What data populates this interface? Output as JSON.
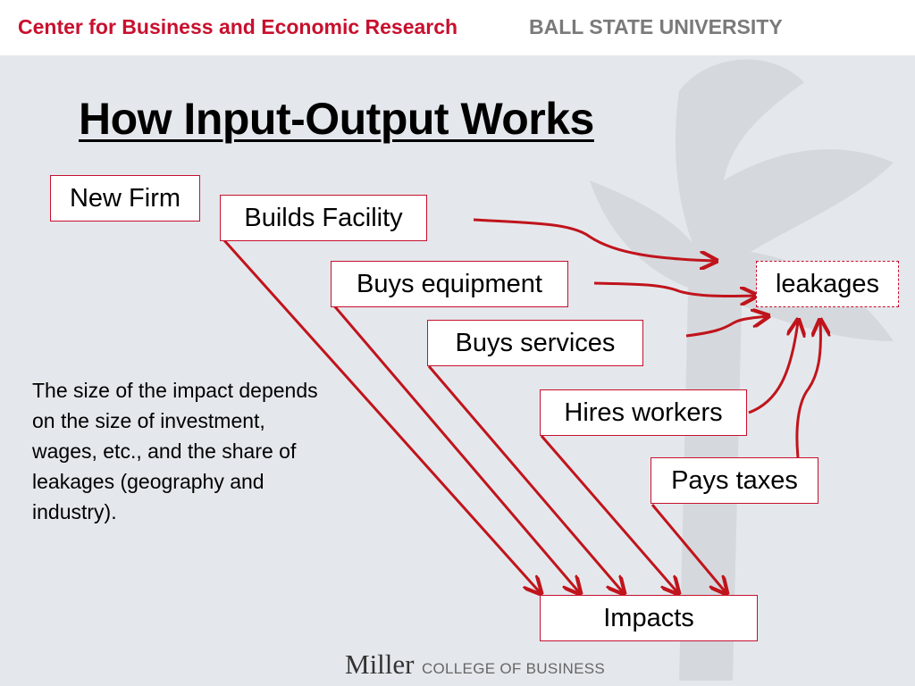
{
  "header": {
    "center_name": "Center for Business and Economic Research",
    "university": "BALL STATE UNIVERSITY"
  },
  "slide": {
    "title": "How Input-Output Works",
    "note": "The size of the impact depends on the size of investment, wages, etc., and the share of leakages (geography and industry)."
  },
  "diagram": {
    "new_firm": "New Firm",
    "builds_facility": "Builds Facility",
    "buys_equipment": "Buys equipment",
    "buys_services": "Buys services",
    "hires_workers": "Hires workers",
    "pays_taxes": "Pays taxes",
    "leakages": "leakages",
    "impacts": "Impacts"
  },
  "footer": {
    "miller": "Miller",
    "college": "COLLEGE OF BUSINESS"
  },
  "colors": {
    "accent": "#c8102e",
    "arrow": "#c0141c",
    "background": "#e4e8ec"
  }
}
